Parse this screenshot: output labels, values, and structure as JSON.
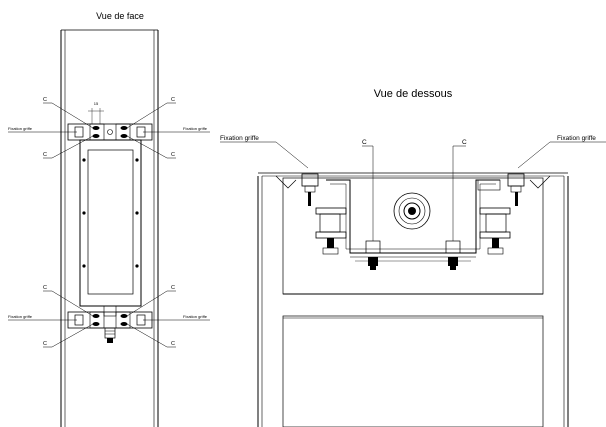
{
  "front_view": {
    "title": "Vue de face",
    "dimension": "15",
    "callouts": {
      "c_top_left_upper": "C",
      "c_top_right_upper": "C",
      "c_top_left_lower": "C",
      "c_top_right_lower": "C",
      "c_bottom_left_upper": "C",
      "c_bottom_right_upper": "C",
      "c_bottom_left_lower": "C",
      "c_bottom_right_lower": "C",
      "fix_top_left": "Fixation griffe",
      "fix_top_right": "Fixation griffe",
      "fix_bottom_left": "Fixation griffe",
      "fix_bottom_right": "Fixation griffe"
    }
  },
  "bottom_view": {
    "title": "Vue de dessous",
    "callouts": {
      "fix_left": "Fixation griffe",
      "fix_right": "Fixation griffe",
      "c_left": "C",
      "c_right": "C"
    }
  },
  "colors": {
    "ink": "#000000",
    "background": "#ffffff"
  }
}
